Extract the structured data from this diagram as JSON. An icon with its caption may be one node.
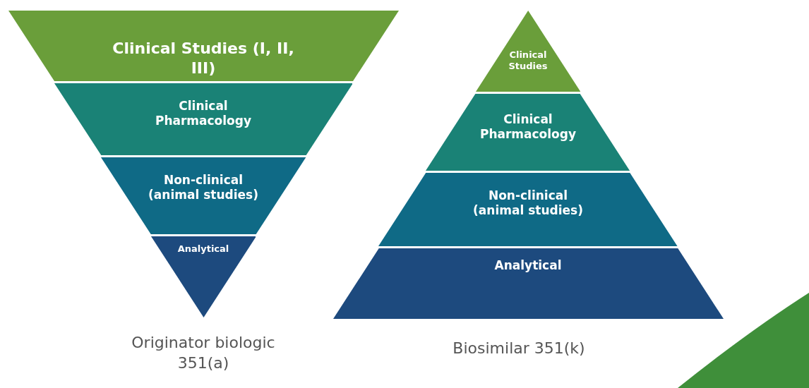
{
  "diagram": {
    "nodes": [
      {
        "text": [
          "Clinical Studies (I, II, III)"
        ]
      },
      {
        "text": [
          "Clinical Pharmacology"
        ]
      },
      {
        "text": [
          "Non-clinical (animal studies)"
        ]
      },
      {
        "text": [
          "Analytical"
        ]
      },
      {
        "text": [
          "Clinical Studies"
        ]
      },
      {
        "text": [
          "Clinical Pharmacology"
        ]
      },
      {
        "text": [
          "Non-clinical (animal studies)"
        ]
      },
      {
        "text": [
          "Analytical"
        ]
      }
    ],
    "labels": [
      "Originator biologic 351(a)",
      "Biosimilar 351(k)"
    ]
  }
}
